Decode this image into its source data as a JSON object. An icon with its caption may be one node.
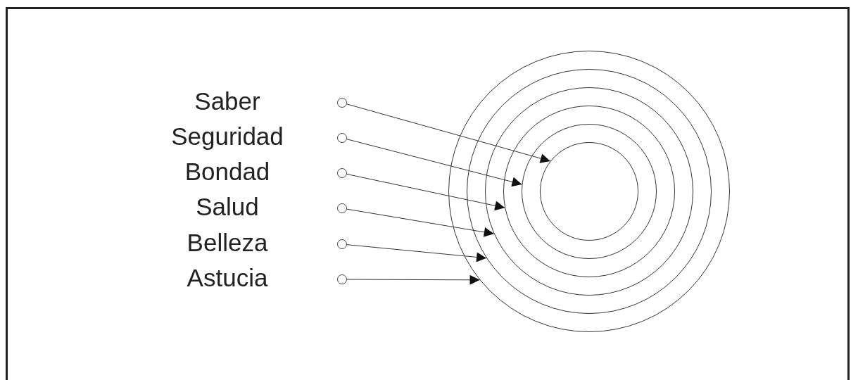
{
  "diagram": {
    "nodes": [
      {
        "text": [],
        "shape": "circle",
        "beside": [
          "Saber"
        ]
      },
      {
        "text": [],
        "shape": "circle",
        "beside": [
          "Seguridad"
        ]
      },
      {
        "text": [],
        "shape": "circle",
        "beside": [
          "Bondad"
        ]
      },
      {
        "text": [],
        "shape": "circle",
        "beside": [
          "Salud"
        ]
      },
      {
        "text": [],
        "shape": "circle",
        "beside": [
          "Belleza"
        ]
      },
      {
        "text": [],
        "shape": "circle",
        "beside": [
          "Astucia"
        ]
      },
      {
        "text": [],
        "shape": "circle"
      },
      {
        "text": [],
        "shape": "circle",
        "in": 6
      },
      {
        "text": [],
        "shape": "circle",
        "in": 7
      },
      {
        "text": [],
        "shape": "circle",
        "in": 8
      },
      {
        "text": [],
        "shape": "circle",
        "in": 9
      },
      {
        "text": [],
        "shape": "circle",
        "in": 10
      }
    ],
    "edges": [
      {
        "from": 0,
        "to": 11,
        "arrow": "to"
      },
      {
        "from": 1,
        "to": 10,
        "arrow": "to"
      },
      {
        "from": 2,
        "to": 9,
        "arrow": "to"
      },
      {
        "from": 3,
        "to": 8,
        "arrow": "to"
      },
      {
        "from": 4,
        "to": 7,
        "arrow": "to"
      },
      {
        "from": 5,
        "to": 6,
        "arrow": "to"
      }
    ]
  }
}
